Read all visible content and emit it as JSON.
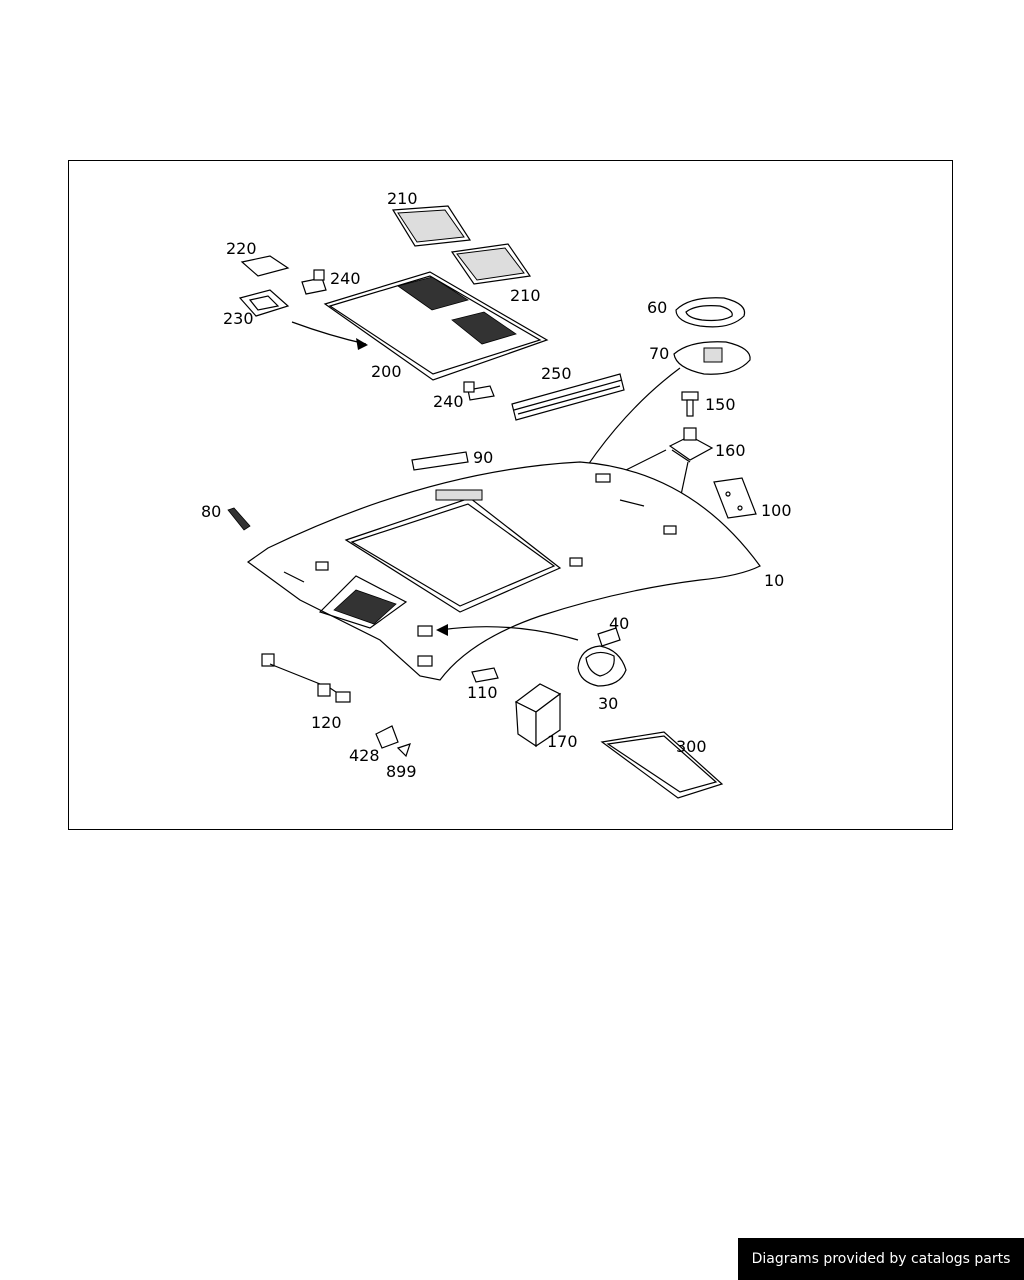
{
  "diagram": {
    "callouts": {
      "c210a": "210",
      "c210b": "210",
      "c220": "220",
      "c240a": "240",
      "c230": "230",
      "c200": "200",
      "c240b": "240",
      "c250": "250",
      "c60": "60",
      "c70": "70",
      "c150": "150",
      "c160": "160",
      "c90": "90",
      "c80": "80",
      "c100": "100",
      "c10": "10",
      "c40": "40",
      "c30": "30",
      "c110": "110",
      "c120": "120",
      "c170": "170",
      "c300": "300",
      "c428": "428",
      "c899": "899"
    }
  },
  "footer": {
    "credit": "Diagrams provided by catalogs parts"
  }
}
